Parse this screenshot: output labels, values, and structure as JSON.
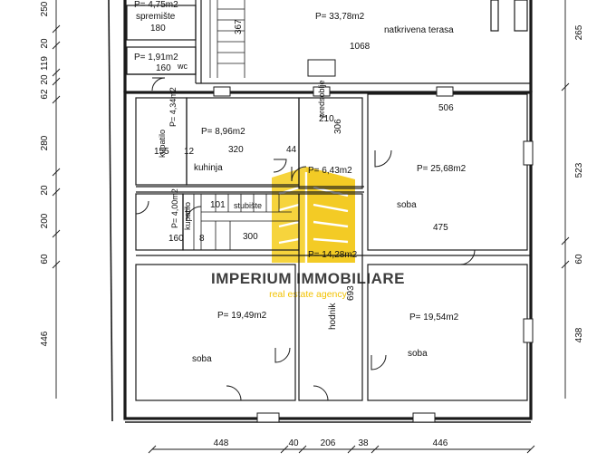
{
  "rooms": [
    {
      "id": "spremiste",
      "name": "spremište",
      "area": "P= 4,75m2",
      "width": "180"
    },
    {
      "id": "wc",
      "name": "wc",
      "area": "P= 1,91m2",
      "width": "160"
    },
    {
      "id": "terasa",
      "name": "natkrivena terasa",
      "area": "P= 33,78m2",
      "width": "1068"
    },
    {
      "id": "kupatilo1",
      "name": "kupatilo",
      "area": "P= 4,34m2",
      "width": "155"
    },
    {
      "id": "kuhinja",
      "name": "kuhinja",
      "area": "P= 8,96m2",
      "width": "320"
    },
    {
      "id": "predsoblje",
      "name": "predsoblje",
      "area": "P= 6,43m2",
      "width": "210",
      "depth": "306"
    },
    {
      "id": "soba-ne",
      "name": "soba",
      "area": "P= 25,68m2",
      "width_top": "506",
      "width_bottom": "475"
    },
    {
      "id": "kupatilo2",
      "name": "kupatilo",
      "area": "P= 4,00m2",
      "width": "160"
    },
    {
      "id": "stubiste",
      "name": "stubište",
      "widths": [
        "101",
        "300"
      ]
    },
    {
      "id": "hodnik",
      "name": "hodnik",
      "area": "P= 14,28m2",
      "depth": "693"
    },
    {
      "id": "soba-sw",
      "name": "soba",
      "area": "P= 19,49m2"
    },
    {
      "id": "soba-se",
      "name": "soba",
      "area": "P= 19,54m2"
    }
  ],
  "extra_dims": {
    "stair_mark": "367",
    "wall_a": "12",
    "wall_b": "44",
    "wall_c": "8"
  },
  "left_dims": [
    "250",
    "20",
    "119",
    "20",
    "62",
    "280",
    "20",
    "200",
    "60",
    "446"
  ],
  "right_dims": [
    "265",
    "523",
    "60",
    "438"
  ],
  "bottom_dims": [
    "448",
    "40",
    "206",
    "38",
    "446"
  ],
  "watermark": {
    "title": "IMPERIUM IMMOBILIARE",
    "subtitle": "real estate agency",
    "color": "#f2c200",
    "text_color": "#3d3d3d"
  }
}
